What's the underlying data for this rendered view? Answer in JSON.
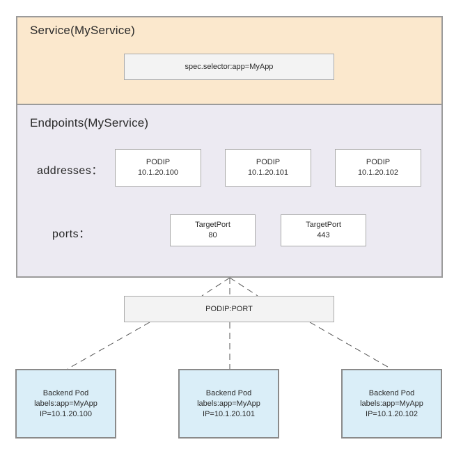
{
  "service": {
    "title": "Service(MyService)",
    "selector": "spec.selector:app=MyApp"
  },
  "endpoints": {
    "title": "Endpoints(MyService)",
    "addresses_label": "addresses：",
    "ports_label": "ports：",
    "addresses": [
      {
        "label": "PODIP",
        "ip": "10.1.20.100"
      },
      {
        "label": "PODIP",
        "ip": "10.1.20.101"
      },
      {
        "label": "PODIP",
        "ip": "10.1.20.102"
      }
    ],
    "ports": [
      {
        "label": "TargetPort",
        "value": "80"
      },
      {
        "label": "TargetPort",
        "value": "443"
      }
    ]
  },
  "proxy": {
    "label": "PODIP:PORT"
  },
  "pods": [
    {
      "title": "Backend Pod",
      "labels": "labels:app=MyApp",
      "ip": "IP=10.1.20.100"
    },
    {
      "title": "Backend Pod",
      "labels": "labels:app=MyApp",
      "ip": "IP=10.1.20.101"
    },
    {
      "title": "Backend Pod",
      "labels": "labels:app=MyApp",
      "ip": "IP=10.1.20.102"
    }
  ],
  "colors": {
    "service_bg": "#fbe8cd",
    "endpoints_bg": "#eceaf2",
    "pod_bg": "#daeef8",
    "border": "#9b9b9b"
  }
}
